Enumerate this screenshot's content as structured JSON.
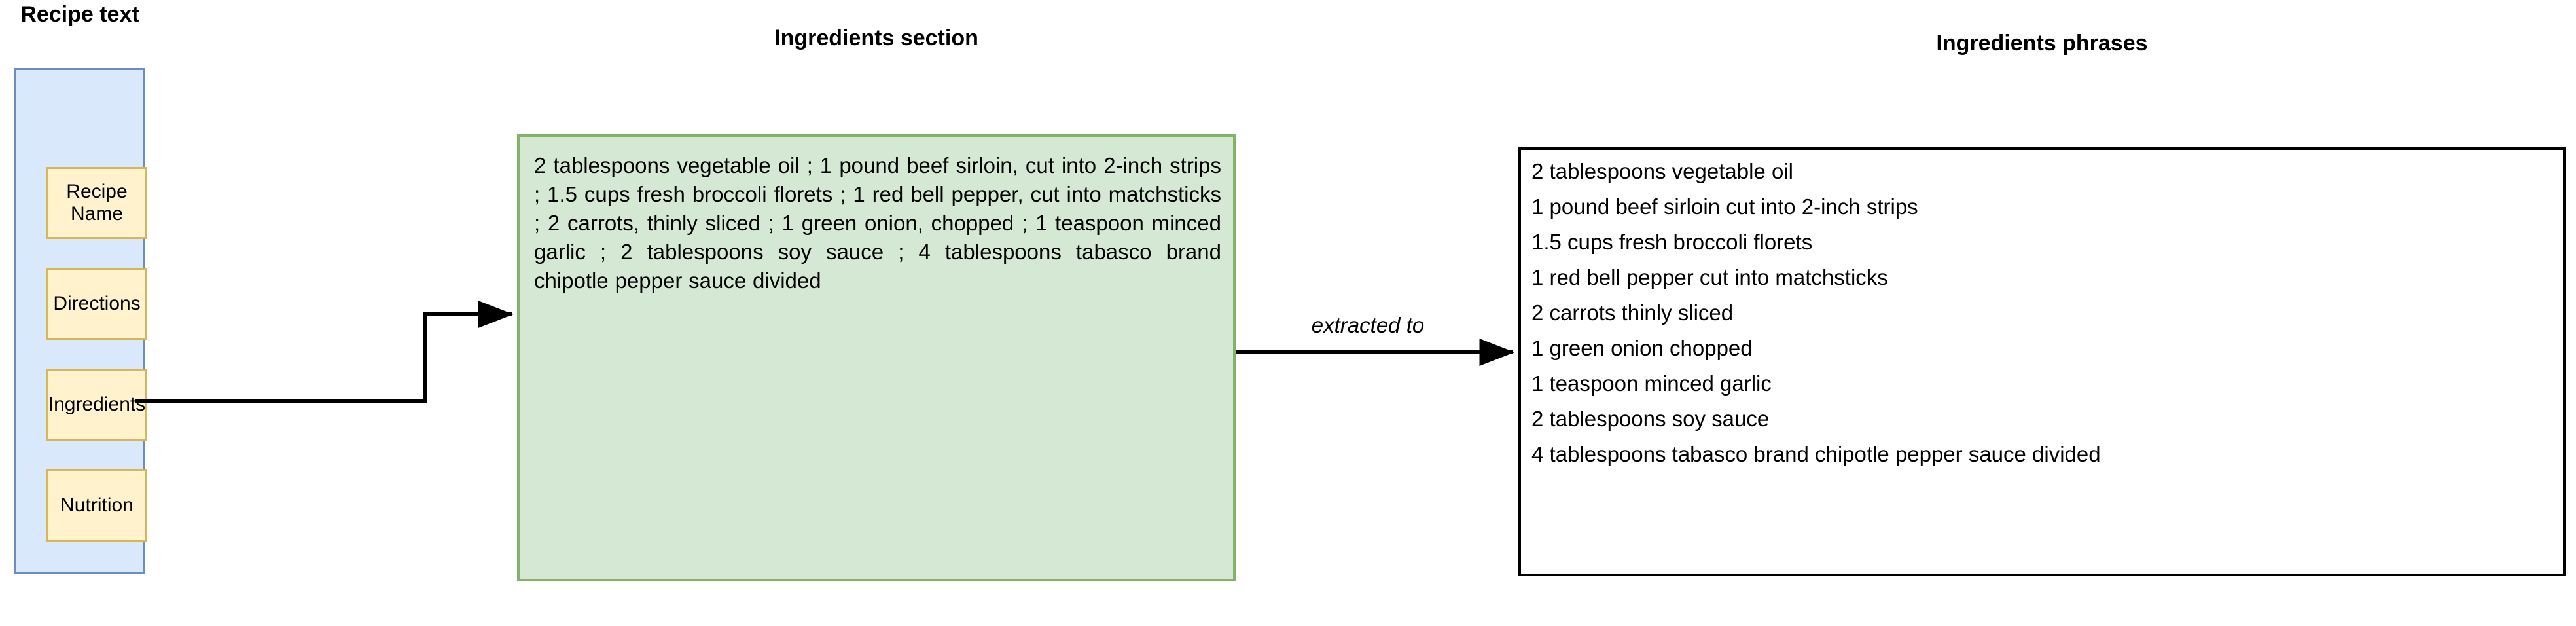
{
  "diagram": {
    "captions": {
      "recipe_text": "Recipe text",
      "ingredients_section": "Ingredients section",
      "ingredients_phrases": "Ingredients phrases"
    },
    "recipe_text_panel": {
      "fill_color": "#DAE8FC",
      "border_color": "#6C8EBF",
      "sections": [
        {
          "label": "Recipe Name"
        },
        {
          "label": "Directions"
        },
        {
          "label": "Ingredients"
        },
        {
          "label": "Nutrition"
        }
      ],
      "section_fill_color": "#FFF2CC",
      "section_border_color": "#D6B656"
    },
    "ingredients_section": {
      "fill_color": "#D5E8D4",
      "border_color": "#82B366",
      "text": "2 tablespoons vegetable oil ; 1 pound beef sirloin, cut into 2-inch strips ; 1.5 cups fresh broccoli florets ; 1 red bell pepper, cut into matchsticks ; 2 carrots, thinly sliced ; 1 green onion, chopped ; 1 teaspoon minced garlic ; 2 tablespoons soy sauce ; 4 tablespoons tabasco brand chipotle pepper sauce divided"
    },
    "ingredients_phrases": {
      "fill_color": "#FFFFFF",
      "border_color": "#000000",
      "lines": [
        "2 tablespoons vegetable oil",
        "1 pound beef sirloin cut into 2-inch strips",
        "1.5 cups fresh broccoli florets",
        "1 red bell pepper cut into matchsticks",
        "2 carrots thinly sliced",
        "1 green onion chopped",
        "1 teaspoon minced garlic",
        "2 tablespoons soy sauce",
        "4 tablespoons tabasco brand chipotle pepper sauce divided"
      ]
    },
    "connectors": {
      "ingredients_to_section_label": "",
      "section_to_phrases_label": "extracted to",
      "line_color": "#000000"
    }
  }
}
